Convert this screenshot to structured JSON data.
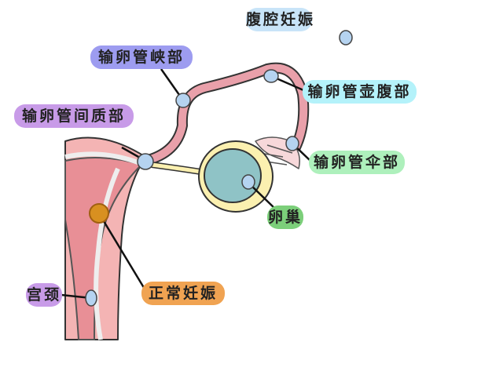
{
  "labels": {
    "abdominal": {
      "text": "腹腔妊娠",
      "color": "#c8e4f8"
    },
    "isthmus": {
      "text": "输卵管峡部",
      "color": "#9d9cf0"
    },
    "ampulla": {
      "text": "输卵管壶腹部",
      "color": "#b4f2fa"
    },
    "interstitial": {
      "text": "输卵管间质部",
      "color": "#c89be8"
    },
    "fimbria": {
      "text": "输卵管伞部",
      "color": "#aef0bc"
    },
    "ovary": {
      "text": "卵巢",
      "color": "#7ccf7a"
    },
    "cervix": {
      "text": "宫颈",
      "color": "#c89be8"
    },
    "normal": {
      "text": "正常妊娠",
      "color": "#f0a352"
    }
  },
  "colors": {
    "uterus": "#f4b4b4",
    "uterus_inner": "#e88f96",
    "tube": "#e9a0aa",
    "ovary_outer": "#fbf0b0",
    "ovary_inner": "#8fc3c6",
    "site_dot": "#b5d3f0",
    "normal_dot": "#d89020"
  }
}
